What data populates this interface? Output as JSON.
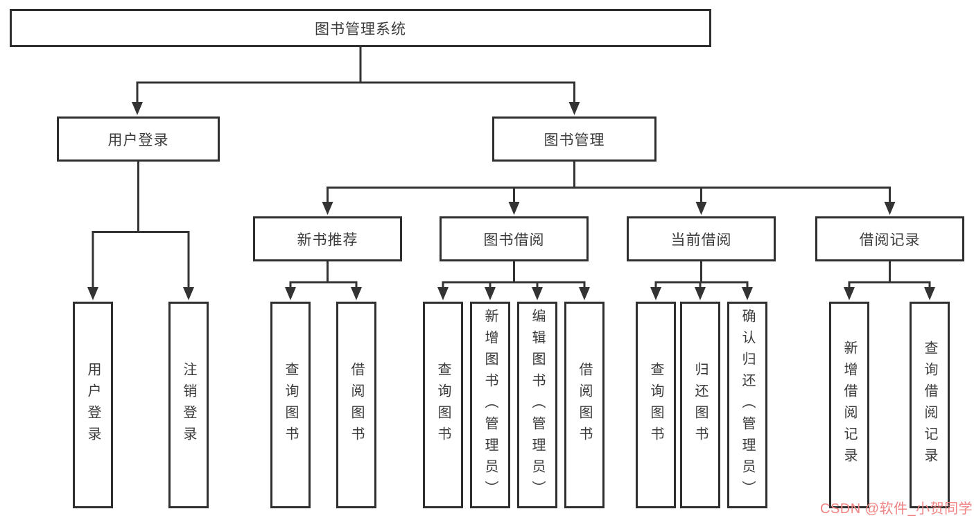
{
  "diagram_title": "图书管理系统",
  "tree": {
    "label": "图书管理系统",
    "children": [
      {
        "label": "用户登录",
        "children": [
          {
            "label": "用户登录"
          },
          {
            "label": "注销登录"
          }
        ]
      },
      {
        "label": "图书管理",
        "children": [
          {
            "label": "新书推荐",
            "children": [
              {
                "label": "查询图书"
              },
              {
                "label": "借阅图书"
              }
            ]
          },
          {
            "label": "图书借阅",
            "children": [
              {
                "label": "查询图书"
              },
              {
                "label": "新增图书（管理员）"
              },
              {
                "label": "编辑图书（管理员）"
              },
              {
                "label": "借阅图书"
              }
            ]
          },
          {
            "label": "当前借阅",
            "children": [
              {
                "label": "查询图书"
              },
              {
                "label": "归还图书"
              },
              {
                "label": "确认归还（管理员）"
              }
            ]
          },
          {
            "label": "借阅记录",
            "children": [
              {
                "label": "新增借阅记录"
              },
              {
                "label": "查询借阅记录"
              }
            ]
          }
        ]
      }
    ]
  },
  "watermark": {
    "text": "CSDN @软件_小贺同学",
    "color": "#f18484"
  },
  "colors": {
    "line": "#333333",
    "box_border": "#2e2e2e",
    "text": "#3b3b3b",
    "background": "#ffffff"
  }
}
